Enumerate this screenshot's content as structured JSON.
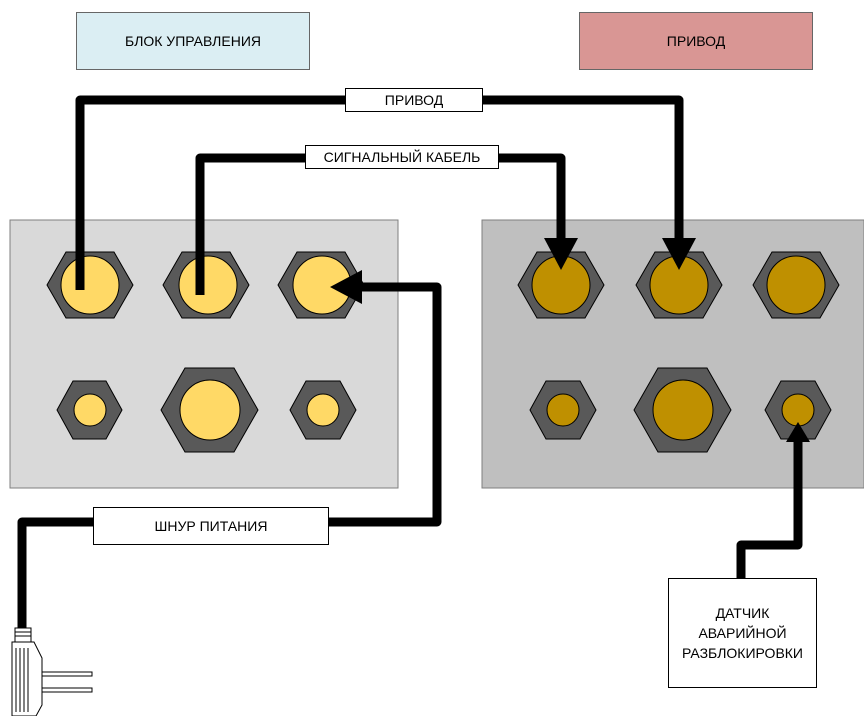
{
  "header": {
    "control_unit_label": "БЛОК УПРАВЛЕНИЯ",
    "drive_label": "ПРИВОД"
  },
  "cables": {
    "drive_cable_label": "ПРИВОД",
    "signal_cable_label": "СИГНАЛЬНЫЙ КАБЕЛЬ",
    "power_cord_label": "ШНУР ПИТАНИЯ"
  },
  "sensor": {
    "line1": "ДАТЧИК",
    "line2": "АВАРИЙНОЙ",
    "line3": "РАЗБЛОКИРОВКИ"
  },
  "colors": {
    "control_unit_header": "#dbeef3",
    "drive_header": "#d99694",
    "control_panel": "#d9d9d9",
    "drive_panel": "#bfbfbf",
    "nut": "#595959",
    "control_gland_fill": "#ffd966",
    "drive_gland_fill": "#bf9000",
    "cable": "#000000"
  }
}
